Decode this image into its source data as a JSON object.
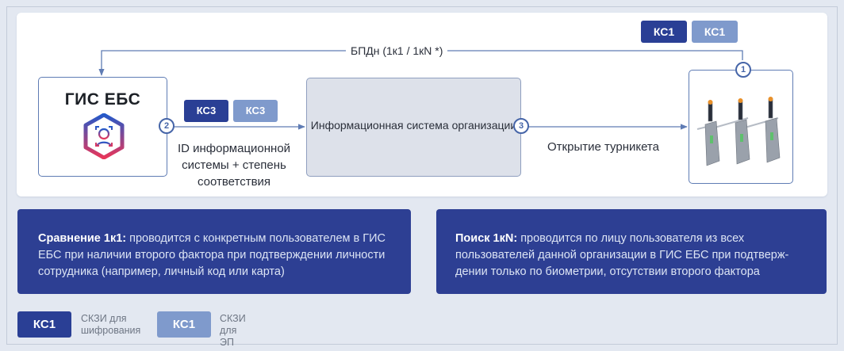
{
  "diagram": {
    "gis_title": "ГИС ЕБС",
    "org_label": "Информационная система организации",
    "top_flow_label": "БПДн (1к1 / 1кN *)",
    "flow2_label": "ID информационной системы + степень соответствия",
    "flow3_label": "Открытие турникета",
    "steps": [
      "1",
      "2",
      "3"
    ],
    "badges_top": [
      "КС1",
      "КС1"
    ],
    "badges_mid": [
      "КС3",
      "КС3"
    ]
  },
  "info_left": {
    "title": "Сравнение 1к1:",
    "body": "проводится с конкретным пользователем в ГИС ЕБС при наличии второго фактора при подтверждении личности сотрудника (например, личный код или карта)"
  },
  "info_right": {
    "title": "Поиск 1кN:",
    "body": "проводится по лицу пользователя из всех пользователей данной организации в ГИС ЕБС при подтверж-дении только по биометрии, отсутствии второго фактора"
  },
  "legend": [
    {
      "badge": "КС1",
      "text": "СКЗИ для шифрования"
    },
    {
      "badge": "КС1",
      "text": "СКЗИ для ЭП"
    }
  ],
  "colors": {
    "dark_badge": "#2a3f95",
    "light_badge": "#7f9acc",
    "info_panel": "#2d3f93",
    "connector": "#5f7cb4",
    "face_gradient_start": "#2459c9",
    "face_gradient_end": "#e8365a"
  },
  "icons": [
    "face-scan-icon",
    "turnstile-icon"
  ]
}
